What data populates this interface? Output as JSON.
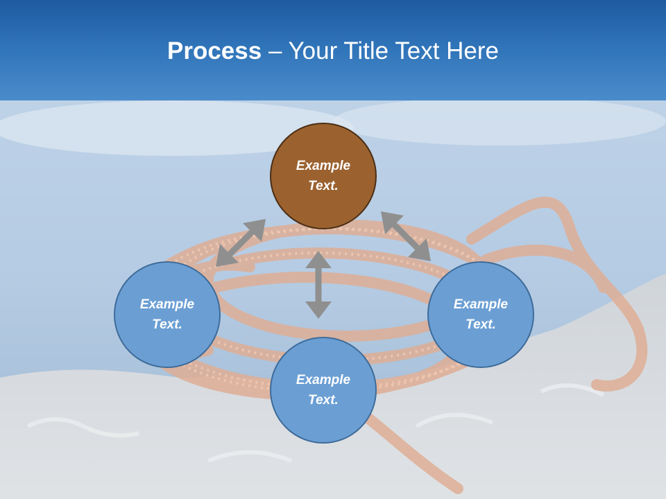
{
  "slide": {
    "title_bold": "Process",
    "title_separator": "–",
    "title_rest": "Your Title Text Here"
  },
  "nodes": {
    "top": {
      "label": "Example Text.",
      "color": "#9b6230"
    },
    "left": {
      "label": "Example Text.",
      "color": "#6b9fd4"
    },
    "right": {
      "label": "Example Text.",
      "color": "#6b9fd4"
    },
    "bottom": {
      "label": "Example Text.",
      "color": "#6b9fd4"
    }
  },
  "colors": {
    "header": "#2f73b8",
    "arrow": "#8f8f8f",
    "node_border_blue": "#3e6b99",
    "node_border_brown": "#4b2e14"
  }
}
